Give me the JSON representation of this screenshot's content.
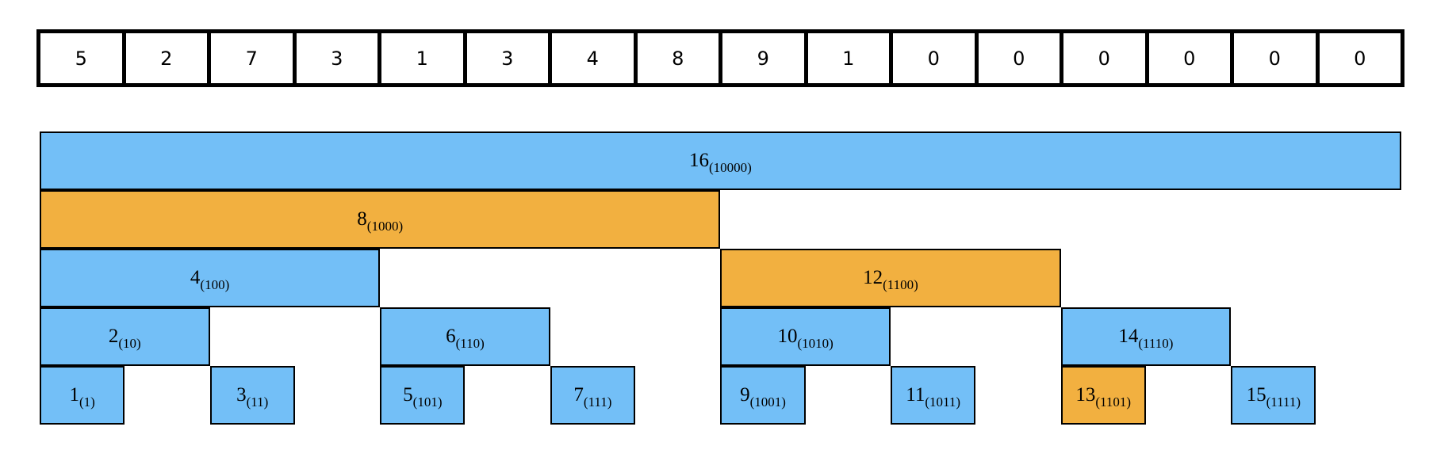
{
  "array": {
    "values": [
      "5",
      "2",
      "7",
      "3",
      "1",
      "3",
      "4",
      "8",
      "9",
      "1",
      "0",
      "0",
      "0",
      "0",
      "0",
      "0"
    ]
  },
  "colors": {
    "normal": "#73bff7",
    "highlight": "#f2b040",
    "border": "#000000"
  },
  "tree": {
    "nodes": [
      {
        "index": "16",
        "binary": "(10000)",
        "level": 4,
        "highlight": false
      },
      {
        "index": "8",
        "binary": "(1000)",
        "level": 3,
        "highlight": true
      },
      {
        "index": "4",
        "binary": "(100)",
        "level": 2,
        "highlight": false
      },
      {
        "index": "12",
        "binary": "(1100)",
        "level": 2,
        "highlight": true
      },
      {
        "index": "2",
        "binary": "(10)",
        "level": 1,
        "highlight": false
      },
      {
        "index": "6",
        "binary": "(110)",
        "level": 1,
        "highlight": false
      },
      {
        "index": "10",
        "binary": "(1010)",
        "level": 1,
        "highlight": false
      },
      {
        "index": "14",
        "binary": "(1110)",
        "level": 1,
        "highlight": false
      },
      {
        "index": "1",
        "binary": "(1)",
        "level": 0,
        "highlight": false
      },
      {
        "index": "3",
        "binary": "(11)",
        "level": 0,
        "highlight": false
      },
      {
        "index": "5",
        "binary": "(101)",
        "level": 0,
        "highlight": false
      },
      {
        "index": "7",
        "binary": "(111)",
        "level": 0,
        "highlight": false
      },
      {
        "index": "9",
        "binary": "(1001)",
        "level": 0,
        "highlight": false
      },
      {
        "index": "11",
        "binary": "(1011)",
        "level": 0,
        "highlight": false
      },
      {
        "index": "13",
        "binary": "(1101)",
        "level": 0,
        "highlight": true
      },
      {
        "index": "15",
        "binary": "(1111)",
        "level": 0,
        "highlight": false
      }
    ]
  }
}
